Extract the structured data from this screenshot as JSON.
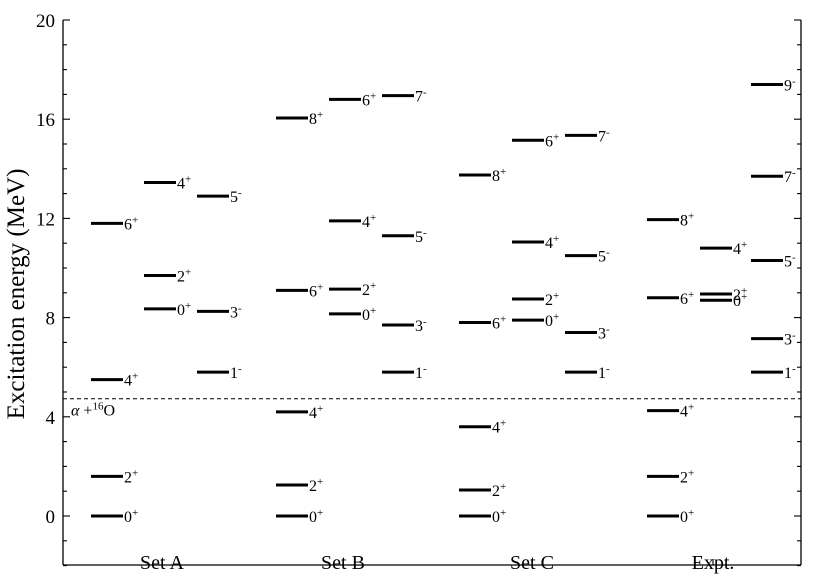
{
  "chart_data": {
    "type": "level-scheme",
    "ylabel": "Excitation energy (MeV)",
    "ylim": [
      -2,
      20
    ],
    "yticks": [
      "0",
      "4",
      "8",
      "12",
      "16",
      "20"
    ],
    "threshold": {
      "energy": 4.73,
      "label_main": "α +",
      "label_sup": "16",
      "label_tail": "O"
    },
    "categories": [
      "Set A",
      "Set B",
      "Set C",
      "Expt."
    ],
    "groups": [
      {
        "name": "Set A",
        "columns": [
          [
            {
              "E": 0.0,
              "J": "0",
              "p": "+"
            },
            {
              "E": 1.6,
              "J": "2",
              "p": "+"
            },
            {
              "E": 5.5,
              "J": "4",
              "p": "+"
            },
            {
              "E": 11.8,
              "J": "6",
              "p": "+"
            }
          ],
          [
            {
              "E": 8.35,
              "J": "0",
              "p": "+"
            },
            {
              "E": 9.7,
              "J": "2",
              "p": "+"
            },
            {
              "E": 13.45,
              "J": "4",
              "p": "+"
            }
          ],
          [
            {
              "E": 5.8,
              "J": "1",
              "p": "-"
            },
            {
              "E": 8.25,
              "J": "3",
              "p": "-"
            },
            {
              "E": 12.9,
              "J": "5",
              "p": "-"
            }
          ]
        ]
      },
      {
        "name": "Set B",
        "columns": [
          [
            {
              "E": 0.0,
              "J": "0",
              "p": "+"
            },
            {
              "E": 1.25,
              "J": "2",
              "p": "+"
            },
            {
              "E": 4.2,
              "J": "4",
              "p": "+"
            },
            {
              "E": 9.1,
              "J": "6",
              "p": "+"
            },
            {
              "E": 16.05,
              "J": "8",
              "p": "+"
            }
          ],
          [
            {
              "E": 8.15,
              "J": "0",
              "p": "+"
            },
            {
              "E": 9.15,
              "J": "2",
              "p": "+"
            },
            {
              "E": 11.9,
              "J": "4",
              "p": "+"
            },
            {
              "E": 16.8,
              "J": "6",
              "p": "+"
            }
          ],
          [
            {
              "E": 5.8,
              "J": "1",
              "p": "-"
            },
            {
              "E": 7.7,
              "J": "3",
              "p": "-"
            },
            {
              "E": 11.3,
              "J": "5",
              "p": "-"
            },
            {
              "E": 16.95,
              "J": "7",
              "p": "-"
            }
          ]
        ]
      },
      {
        "name": "Set C",
        "columns": [
          [
            {
              "E": 0.0,
              "J": "0",
              "p": "+"
            },
            {
              "E": 1.05,
              "J": "2",
              "p": "+"
            },
            {
              "E": 3.6,
              "J": "4",
              "p": "+"
            },
            {
              "E": 7.8,
              "J": "6",
              "p": "+"
            },
            {
              "E": 13.75,
              "J": "8",
              "p": "+"
            }
          ],
          [
            {
              "E": 7.9,
              "J": "0",
              "p": "+"
            },
            {
              "E": 8.75,
              "J": "2",
              "p": "+"
            },
            {
              "E": 11.05,
              "J": "4",
              "p": "+"
            },
            {
              "E": 15.15,
              "J": "6",
              "p": "+"
            }
          ],
          [
            {
              "E": 5.8,
              "J": "1",
              "p": "-"
            },
            {
              "E": 7.4,
              "J": "3",
              "p": "-"
            },
            {
              "E": 10.5,
              "J": "5",
              "p": "-"
            },
            {
              "E": 15.35,
              "J": "7",
              "p": "-"
            }
          ]
        ]
      },
      {
        "name": "Expt.",
        "columns": [
          [
            {
              "E": 0.0,
              "J": "0",
              "p": "+"
            },
            {
              "E": 1.6,
              "J": "2",
              "p": "+"
            },
            {
              "E": 4.25,
              "J": "4",
              "p": "+"
            },
            {
              "E": 8.8,
              "J": "6",
              "p": "+"
            },
            {
              "E": 11.95,
              "J": "8",
              "p": "+"
            }
          ],
          [
            {
              "E": 8.7,
              "J": "0",
              "p": "+"
            },
            {
              "E": 8.95,
              "J": "2",
              "p": "+"
            },
            {
              "E": 10.8,
              "J": "4",
              "p": "+"
            }
          ],
          [
            {
              "E": 5.8,
              "J": "1",
              "p": "-"
            },
            {
              "E": 7.15,
              "J": "3",
              "p": "-"
            },
            {
              "E": 10.3,
              "J": "5",
              "p": "-"
            },
            {
              "E": 13.7,
              "J": "7",
              "p": "-"
            },
            {
              "E": 17.4,
              "J": "9",
              "p": "-"
            }
          ]
        ]
      }
    ]
  }
}
